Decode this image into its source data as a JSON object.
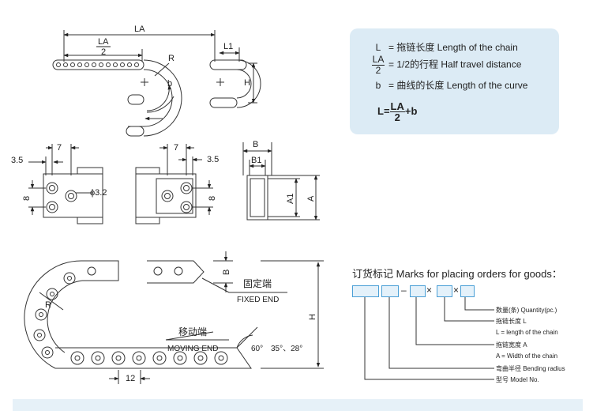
{
  "legend": {
    "L": {
      "symbol": "L",
      "text": "= 拖链长度  Length of the chain"
    },
    "LA2": {
      "num": "LA",
      "den": "2",
      "text": "= 1/2的行程  Half travel distance"
    },
    "b": {
      "symbol": "b",
      "text": "= 曲线的长度  Length of the curve"
    }
  },
  "formula": {
    "lhs": "L=",
    "num": "LA",
    "den": "2",
    "rhs": "+b"
  },
  "top_diagram": {
    "LA": "LA",
    "LA_half_num": "LA",
    "LA_half_den": "2",
    "L1": "L1",
    "R": "R",
    "b": "b",
    "H": "H"
  },
  "link_left": {
    "dim_7": "7",
    "dim_3_5": "3.5",
    "dim_8": "8",
    "hole": "ϕ3.2"
  },
  "link_mid": {
    "dim_7": "7",
    "dim_3_5": "3.5",
    "dim_8": "8"
  },
  "link_side": {
    "B": "B",
    "B1": "B1",
    "A1": "A1",
    "A": "A"
  },
  "chain_diagram": {
    "B": "B",
    "R": "R",
    "H": "H",
    "pitch": "12",
    "fixed_cn": "固定端",
    "fixed_en": "FIXED END",
    "moving_cn": "移动端",
    "moving_en": "MOVING END",
    "angle1": "60°",
    "angle2": "35°、28°"
  },
  "order": {
    "title": "订货标记  Marks for placing orders for goods：",
    "sep1": "–",
    "sep2": "×",
    "sep3": "×",
    "descriptions": [
      "数量(条) Quantity(pc.)",
      "拖链长度 L",
      "L = length of the chain",
      "拖链宽度 A",
      "A = Width of the chain",
      "弯曲半径 Bending radius",
      "型号 Model No."
    ]
  },
  "colors": {
    "panel": "#dcebf5",
    "box_border": "#4a9fd6",
    "band": "#e6f1f8"
  }
}
